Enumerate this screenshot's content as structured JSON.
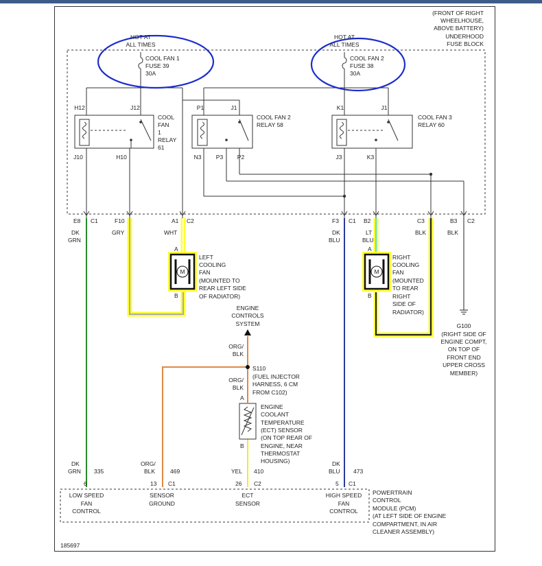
{
  "location_note": [
    "(FRONT OF RIGHT",
    "WHEELHOUSE,",
    "ABOVE BATTERY)",
    "UNDERHOOD",
    "FUSE BLOCK"
  ],
  "hot_left": [
    "HOT AT",
    "ALL TIMES"
  ],
  "hot_right": [
    "HOT AT",
    "ALL TIMES"
  ],
  "fuse1": [
    "COOL FAN 1",
    "FUSE 39",
    "30A"
  ],
  "fuse2": [
    "COOL FAN 2",
    "FUSE 38",
    "30A"
  ],
  "relay1": {
    "label": [
      "COOL",
      "FAN",
      "1",
      "RELAY",
      "61"
    ],
    "pins": [
      "H12",
      "J12",
      "J10",
      "H10"
    ]
  },
  "relay2": {
    "label": [
      "COOL FAN 2",
      "RELAY 58"
    ],
    "pins": [
      "P1",
      "J1",
      "N3",
      "P3",
      "P2"
    ]
  },
  "relay3": {
    "label": [
      "COOL FAN 3",
      "RELAY 60"
    ],
    "pins": [
      "K1",
      "J1",
      "J3",
      "K3"
    ]
  },
  "connectors": [
    {
      "pin": "E8",
      "conn": "C1",
      "wire": [
        "DK",
        "GRN"
      ]
    },
    {
      "pin": "F10",
      "conn": "",
      "wire": [
        "GRY"
      ]
    },
    {
      "pin": "A1",
      "conn": "C2",
      "wire": [
        "WHT"
      ]
    },
    {
      "pin": "F3",
      "conn": "C1",
      "wire": [
        "DK",
        "BLU"
      ]
    },
    {
      "pin": "B2",
      "conn": "",
      "wire": [
        "LT",
        "BLU"
      ]
    },
    {
      "pin": "C3",
      "conn": "",
      "wire": [
        "BLK"
      ]
    },
    {
      "pin": "B3",
      "conn": "C2",
      "wire": [
        "BLK"
      ]
    }
  ],
  "left_fan": {
    "label": [
      "LEFT",
      "COOLING",
      "FAN",
      "(MOUNTED TO",
      "REAR LEFT SIDE",
      "OF RADIATOR)"
    ],
    "pin_a": "A",
    "pin_b": "B",
    "motor": "M"
  },
  "right_fan": {
    "label": [
      "RIGHT",
      "COOLING",
      "FAN",
      "(MOUNTED",
      "TO REAR",
      "RIGHT",
      "SIDE OF",
      "RADIATOR)"
    ],
    "pin_a": "A",
    "pin_b": "B",
    "motor": "M"
  },
  "ground": {
    "name": "G100",
    "note": [
      "(RIGHT SIDE OF",
      "ENGINE COMPT,",
      "ON TOP OF",
      "FRONT END",
      "UPPER CROSS",
      "MEMBER)"
    ]
  },
  "ecs": [
    "ENGINE",
    "CONTROLS",
    "SYSTEM"
  ],
  "s110": {
    "name": "S110",
    "note": [
      "(FUEL INJECTOR",
      "HARNESS, 6 CM",
      "FROM C102)"
    ]
  },
  "wire_org_blk_upper": [
    "ORG/",
    "BLK"
  ],
  "wire_org_blk_lower": [
    "ORG/",
    "BLK"
  ],
  "ect_sensor": {
    "label": [
      "ENGINE",
      "COOLANT",
      "TEMPERATURE",
      "(ECT) SENSOR",
      "(ON TOP REAR OF",
      "ENGINE, NEAR",
      "THERMOSTAT",
      "HOUSING)"
    ],
    "pin_a": "A",
    "pin_b": "B"
  },
  "pcm_wires": [
    {
      "color": [
        "DK",
        "GRN"
      ],
      "circuit": "335",
      "pin": "6",
      "conn": "",
      "function": [
        "LOW SPEED",
        "FAN",
        "CONTROL"
      ]
    },
    {
      "color": [
        "ORG/",
        "BLK"
      ],
      "circuit": "469",
      "pin": "13",
      "conn": "C1",
      "function": [
        "SENSOR",
        "GROUND"
      ]
    },
    {
      "color": [
        "YEL"
      ],
      "circuit": "410",
      "pin": "26",
      "conn": "C2",
      "function": [
        "ECT",
        "SENSOR"
      ]
    },
    {
      "color": [
        "DK",
        "BLU"
      ],
      "circuit": "473",
      "pin": "5",
      "conn": "C1",
      "function": [
        "HIGH SPEED",
        "FAN",
        "CONTROL"
      ]
    }
  ],
  "pcm": [
    "POWERTRAIN",
    "CONTROL",
    "MODULE (PCM)",
    "(AT LEFT SIDE OF ENGINE",
    "COMPARTMENT, IN AIR",
    "CLEANER ASSEMBLY)"
  ],
  "figure_id": "185697",
  "colors": {
    "frame": "#333333",
    "fuse_block_fill": "#e4f2fa",
    "pcm_fill": "#e4f2fa",
    "highlight": "#ffff33",
    "ink_circle": "#1a2ccc",
    "dk_grn": "#2a8a2a",
    "gry": "#aaaaaa",
    "dk_blu": "#2a3a9a",
    "lt_blu": "#55ddee",
    "org": "#dd8844",
    "yel": "#eeee22",
    "blk": "#222222",
    "title_bar": "#3e5c8a"
  }
}
